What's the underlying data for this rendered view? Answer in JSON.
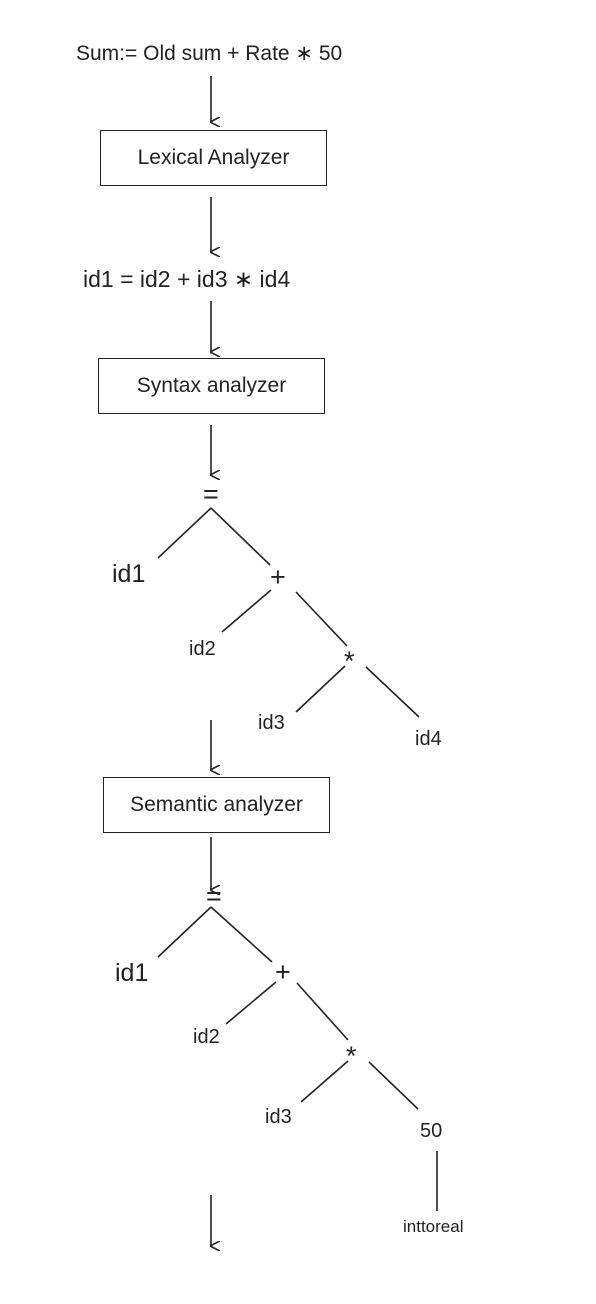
{
  "source_expression": "Sum:= Old sum + Rate ∗ 50",
  "lexical_box": "Lexical Analyzer",
  "token_expression": "id1 = id2 + id3 ∗ id4",
  "syntax_box": "Syntax analyzer",
  "syntax_tree": {
    "root": "=",
    "left_leaf": "id1",
    "plus": "+",
    "plus_left": "id2",
    "times": "*",
    "times_left": "id3",
    "times_right": "id4"
  },
  "semantic_box": "Semantic analyzer",
  "semantic_tree": {
    "root": "=",
    "left_leaf": "id1",
    "plus": "+",
    "plus_left": "id2",
    "times": "*",
    "times_left": "id3",
    "times_right": "50",
    "conversion": "inttoreal"
  }
}
